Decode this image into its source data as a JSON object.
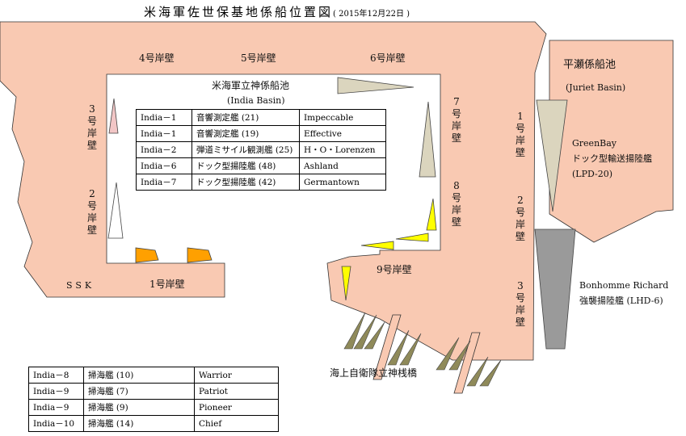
{
  "title": "米海軍佐世保基地係船位置図",
  "date": "( 2015年12月22日 )",
  "labels": {
    "pier4": "4号岸壁",
    "pier5": "5号岸壁",
    "pier6": "6号岸壁",
    "pier3": "3号岸壁",
    "pier2": "2号岸壁",
    "pier7": "7号岸壁",
    "pier8": "8号岸壁",
    "pier9": "9号岸壁",
    "pier1_bottom": "1号岸壁",
    "ssk": "SSK",
    "india_basin_jp": "米海軍立神係船池",
    "india_basin_en": "(India Basin)",
    "hirase_jp": "平瀬係船池",
    "hirase_en": "(Juriet Basin)",
    "hirase_pier1": "1号岸壁",
    "hirase_pier2": "2号岸壁",
    "hirase_pier3": "3号岸壁",
    "jmsdf_pier": "海上自衛隊立神桟橋",
    "greenbay_name": "GreenBay",
    "greenbay_type": "ドック型輸送揚陸艦",
    "greenbay_hull": "(LPD-20)",
    "bonhomme_name": "Bonhomme Richard",
    "bonhomme_type": "強襲揚陸艦 (LHD-6)"
  },
  "india_basin_table": [
    [
      "India－1",
      "音響測定艦 (21)",
      "Impeccable"
    ],
    [
      "India－1",
      "音響測定艦 (19)",
      "Effective"
    ],
    [
      "India－2",
      "弾道ミサイル観測艦 (25)",
      "H・O・Lorenzen"
    ],
    [
      "India－6",
      "ドック型揚陸艦 (48)",
      "Ashland"
    ],
    [
      "India－7",
      "ドック型揚陸艦 (42)",
      "Germantown"
    ]
  ],
  "minesweeper_table": [
    [
      "India－8",
      "掃海艦 (10)",
      "Warrior"
    ],
    [
      "India－9",
      "掃海艦 (7)",
      "Patriot"
    ],
    [
      "India－9",
      "掃海艦 (9)",
      "Pioneer"
    ],
    [
      "India－10",
      "掃海艦 (14)",
      "Chief"
    ]
  ],
  "colors": {
    "land": "#f9c9b2",
    "water": "#ffffff",
    "ship_khaki": "#dbd5be",
    "ship_yellow": "#ffff00",
    "ship_orange": "#ffa000",
    "ship_pink": "#f2c6c6",
    "ship_gray": "#9a9a9a",
    "jmsdf_ship": "#8f8a5a",
    "jmsdf_pier": "#f9c9b2"
  }
}
